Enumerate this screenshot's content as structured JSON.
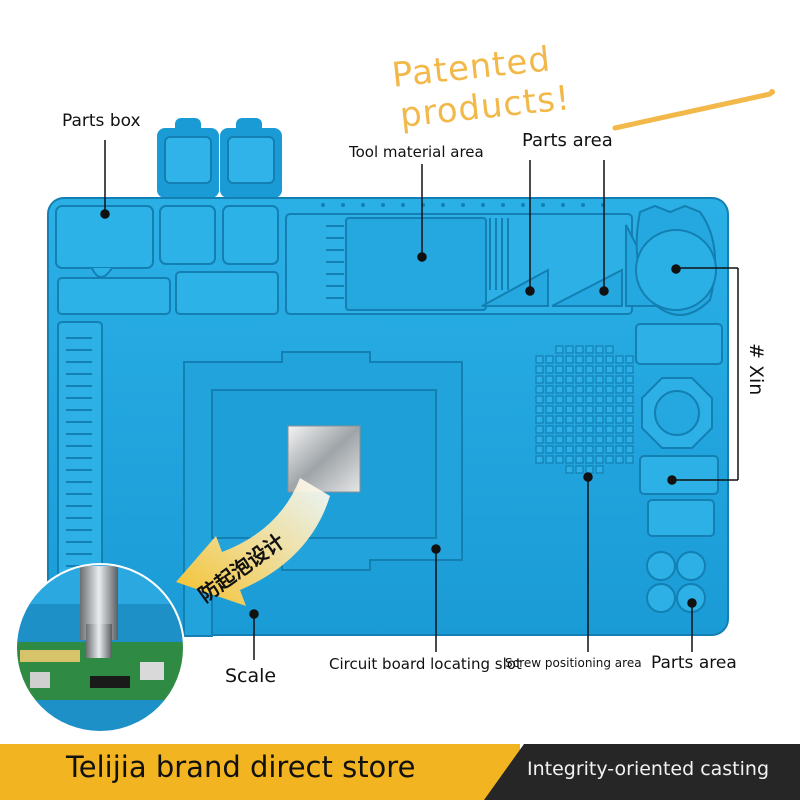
{
  "promo": {
    "line1": "Patented",
    "line2": "products!"
  },
  "labels": {
    "parts_box": "Parts box",
    "tool_material_area": "Tool material area",
    "parts_area_top": "Parts area",
    "xin": "# Xin",
    "scale": "Scale",
    "circuit_board": "Circuit board locating slot",
    "screw_positioning": "Screw positioning area",
    "parts_area_bottom": "Parts area",
    "anti_foam": "防起泡设计"
  },
  "banner": {
    "left": "Telijia brand direct store",
    "right": "Integrity-oriented casting"
  },
  "colors": {
    "mat": "#1fa6dc",
    "mat_dark": "#1286bd",
    "banner_yellow": "#f3b421",
    "banner_dark": "#262626",
    "promo": "#f2b84a"
  }
}
